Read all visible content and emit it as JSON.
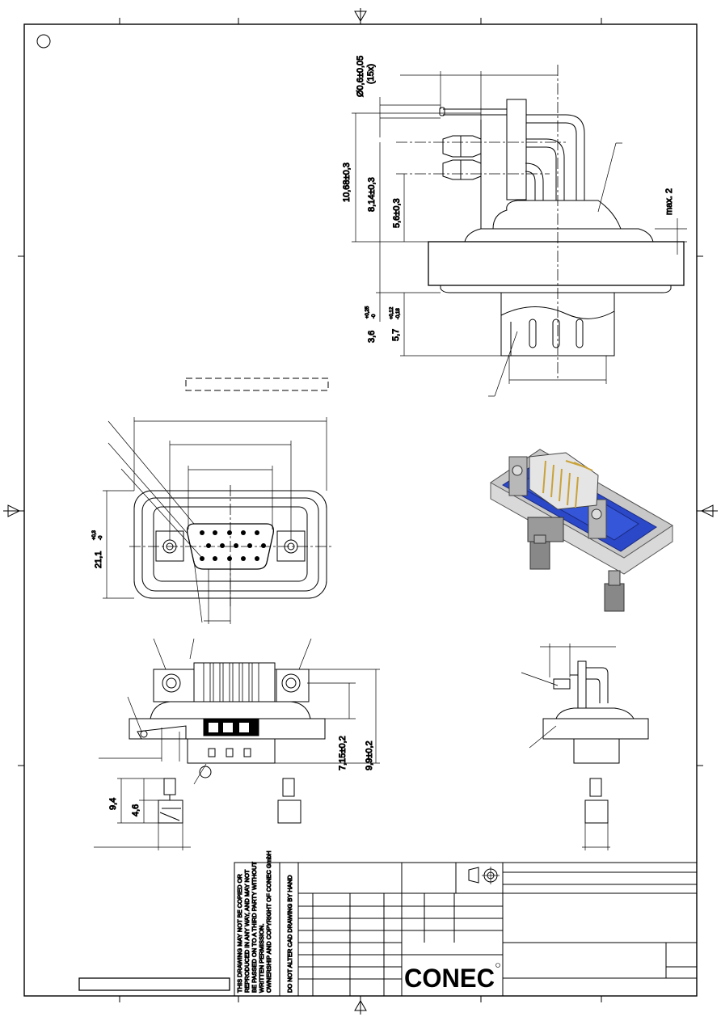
{
  "dimensions": {
    "hole_diameter": "Ø0,6±0,05",
    "hole_count": "(15x)",
    "height_1": "10,68±0,3",
    "height_2": "8,14±0,3",
    "height_3": "5,6±0,3",
    "max_offset": "max. 2",
    "flange_1": "3,6",
    "flange_1_tol_top": "+0,25",
    "flange_1_tol_bottom": "-0",
    "flange_2": "5,7",
    "flange_2_tol_top": "+0,12",
    "flange_2_tol_bottom": "-0,18",
    "front_height": "21,1",
    "front_height_tol_top": "+0,3",
    "front_height_tol_bottom": "-0",
    "side_1": "7,15±0,2",
    "side_2": "9,9±0,2",
    "screw_1": "9,4",
    "screw_2": "4,6"
  },
  "title_block": {
    "copyright_lines": [
      "THIS DRAWING MAY NOT BE COPIED OR",
      "REPRODUCED IN ANY WAY, AND MAY NOT",
      "BE PASSED ON TO A THIRD PARTY WITHOUT",
      "WRITTEN PERMISSION.",
      "OWNERSHIP AND COPYRIGHT OF CONEC GmbH"
    ],
    "cad_note": "DO NOT ALTER CAD DRAWING BY HAND",
    "logo": "CONEC"
  },
  "colors": {
    "line": "#000000",
    "insulator_blue": "#2b48c8",
    "shell_grey": "#c8c8c8",
    "pin_gold": "#c9a23a"
  }
}
